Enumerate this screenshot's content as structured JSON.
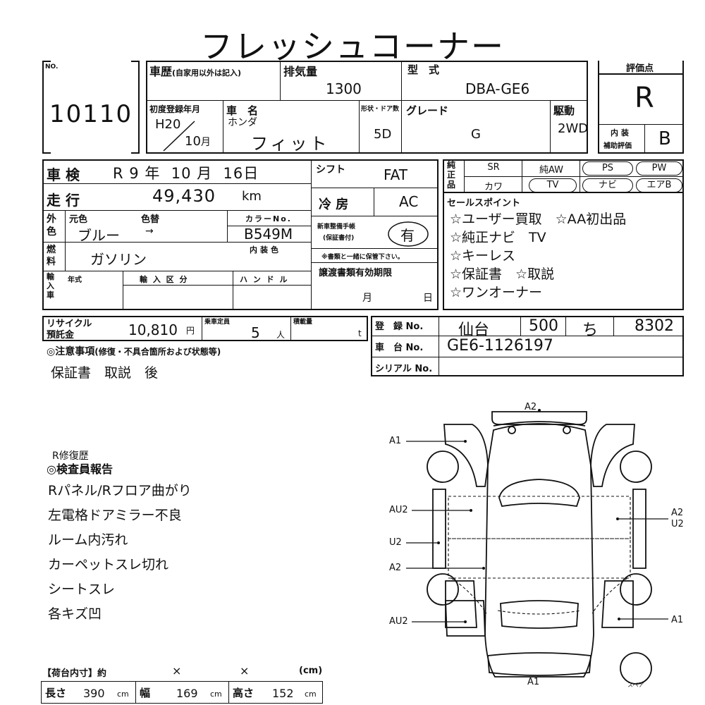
{
  "title": "フレッシュコーナー",
  "no": {
    "label": "NO.",
    "value": "10110"
  },
  "history": {
    "label": "車歴",
    "note": "(自家用以外は記入)"
  },
  "displacement": {
    "label": "排気量",
    "value": "1300"
  },
  "model_code": {
    "label": "型　式",
    "value": "DBA-GE6"
  },
  "grade_score": {
    "label": "評価点",
    "value": "R"
  },
  "interior_score": {
    "label1": "内 装",
    "label2": "補助評価",
    "value": "B"
  },
  "first_reg": {
    "label": "初度登録年月",
    "era": "H20",
    "month": "10",
    "month_unit": "月"
  },
  "car_name": {
    "label": "車　名",
    "maker": "ホンダ",
    "name": "フィット"
  },
  "body": {
    "label": "形状・ドア数",
    "value": "5D"
  },
  "grade": {
    "label": "グレード",
    "value": "G"
  },
  "drive": {
    "label": "駆動",
    "value": "2WD"
  },
  "inspection": {
    "label": "車 検",
    "era": "R",
    "year": "9",
    "year_unit": "年",
    "month": "10",
    "month_unit": "月",
    "day": "16",
    "day_unit": "日"
  },
  "shift": {
    "label": "シフト",
    "value": "FAT"
  },
  "equipment": {
    "label": "純正品",
    "row1": [
      "SR",
      "純AW",
      "PS",
      "PW"
    ],
    "row2": [
      "カワ",
      "TV",
      "ナビ",
      "エアB"
    ]
  },
  "mileage": {
    "label": "走 行",
    "value": "49,430",
    "unit": "km"
  },
  "ac": {
    "label": "冷 房",
    "value": "AC"
  },
  "sales_points": {
    "label": "セールスポイント",
    "lines": [
      "☆ユーザー買取　☆AA初出品",
      "☆純正ナビ　TV",
      "☆キーレス",
      "☆保証書　☆取説",
      "☆ワンオーナー"
    ]
  },
  "color": {
    "label": "外色",
    "original_label": "元色",
    "change_label": "色替",
    "original": "ブルー",
    "change": "→",
    "code_label": "カラーNo.",
    "code": "B549M",
    "interior_label": "内装色"
  },
  "manual": {
    "label": "新車整備手帳",
    "sub": "(保証書付)",
    "value": "有",
    "note": "※書類と一緒に保管下さい。"
  },
  "fuel": {
    "label": "燃料",
    "value": "ガソリン"
  },
  "import": {
    "label": "輸入車",
    "year_label": "年式",
    "type_label": "輸 入 区 分",
    "handle_label": "ハ ン ド ル"
  },
  "docs_validity": {
    "label": "譲渡書類有効期限",
    "month_unit": "月",
    "day_unit": "日"
  },
  "recycle": {
    "label1": "リサイクル",
    "label2": "預託金",
    "value": "10,810",
    "unit": "円"
  },
  "capacity": {
    "label": "乗車定員",
    "value": "5",
    "unit": "人"
  },
  "load": {
    "label": "積載量",
    "unit": "t"
  },
  "registration": {
    "label": "登　録 No.",
    "parts": [
      "仙台",
      "500",
      "ち",
      "8302"
    ]
  },
  "chassis": {
    "label": "車　台 No.",
    "value": "GE6-1126197"
  },
  "serial": {
    "label": "シリアル No."
  },
  "notes": {
    "label": "◎注意事項",
    "sub": "(修復・不具合箇所および状態等)",
    "text": "保証書　取説　後"
  },
  "report": {
    "repair_label": "R修復歴",
    "label": "◎検査員報告",
    "lines": [
      "Rパネル/Rフロア曲がり",
      "左電格ドアミラー不良",
      "ルーム内汚れ",
      "カーペットスレ切れ",
      "シートスレ",
      "各キズ凹"
    ]
  },
  "cargo": {
    "title": "【荷台内寸】約",
    "cross": "×",
    "unit_cm": "(cm)",
    "length_label": "長さ",
    "length": "390",
    "width_label": "幅",
    "width": "169",
    "height_label": "高さ",
    "height": "152",
    "cm": "cm"
  },
  "diagram": {
    "labels": {
      "top": "A2",
      "front_left": "A1",
      "left_mid1": "AU2",
      "left_mid2": "U2",
      "left_mid3": "A2",
      "left_rear": "AU2",
      "right_mid_a": "A2",
      "right_mid_b": "U2",
      "right_rear": "A1",
      "bottom": "A1"
    },
    "spare": "スペア"
  }
}
